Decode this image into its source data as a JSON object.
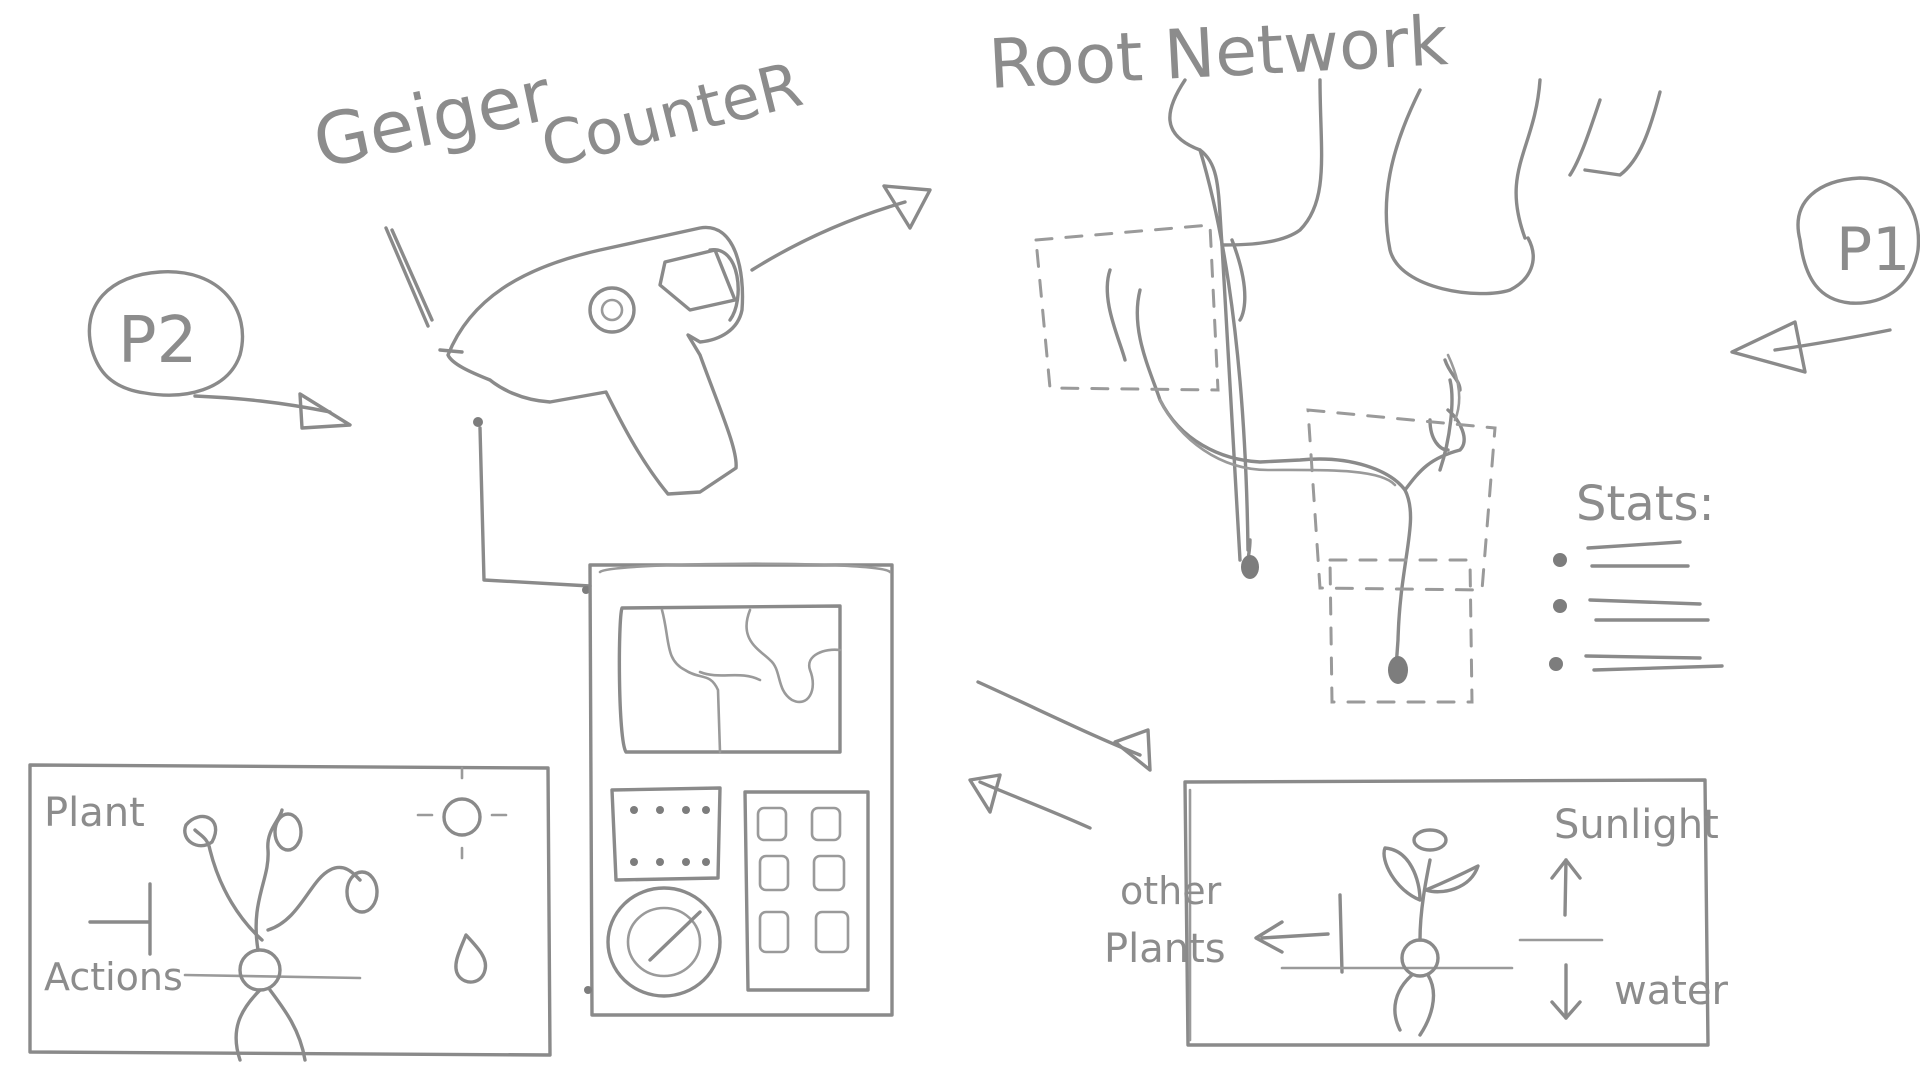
{
  "labels": {
    "geiger_word1": "Geiger",
    "geiger_word2": "CounteR",
    "root_network": "Root Network",
    "player1": "P1",
    "player2": "P2",
    "stats": "Stats:",
    "plant": "Plant",
    "actions": "Actions",
    "other_plants_1": "other",
    "other_plants_2": "Plants",
    "sunlight": "Sunlight",
    "water": "water"
  },
  "colors": {
    "pencil": "#8a8a8a",
    "paper": "#ffffff"
  }
}
